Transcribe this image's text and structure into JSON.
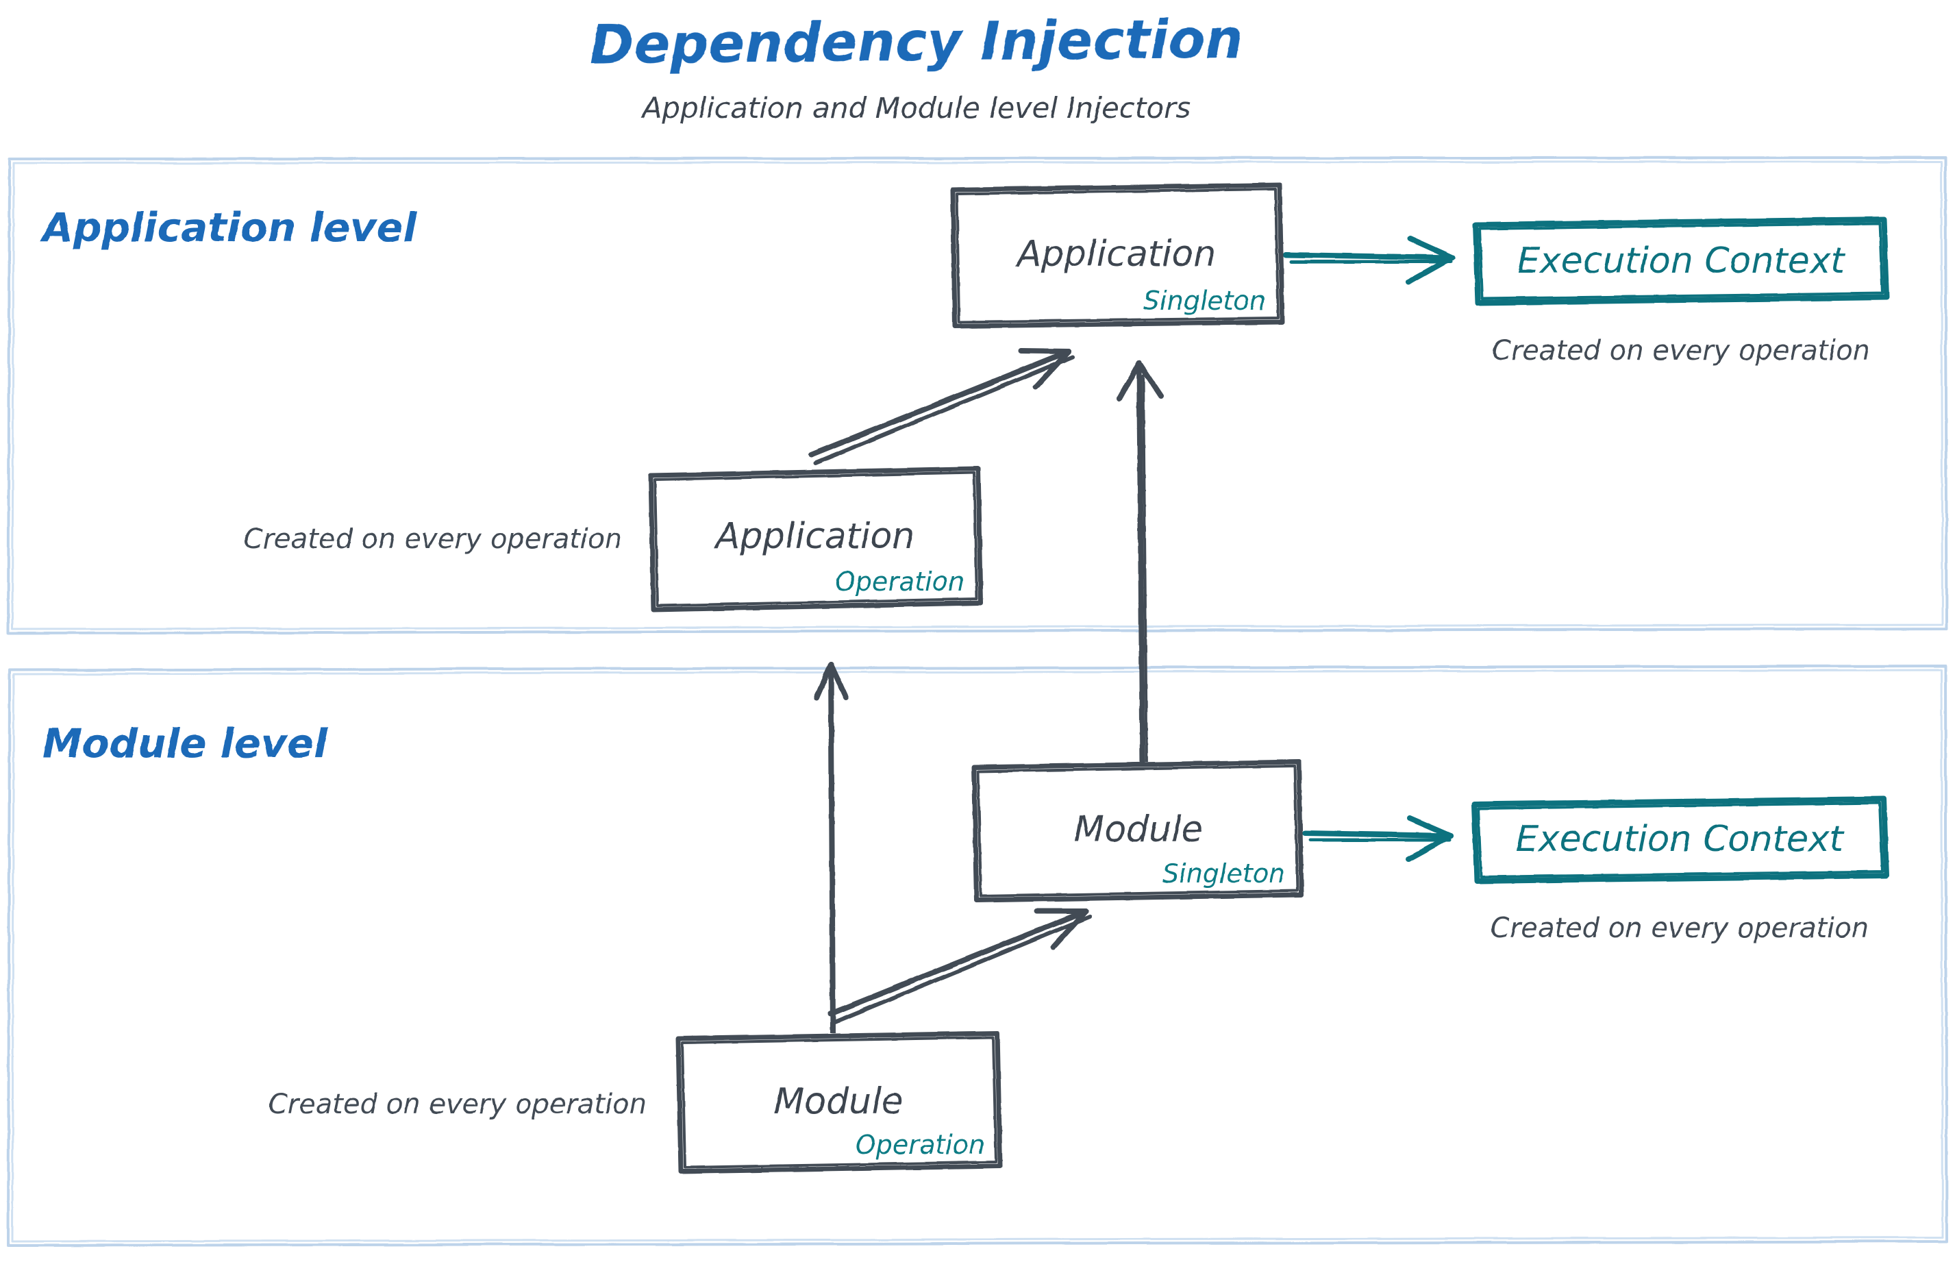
{
  "header": {
    "title": "Dependency Injection",
    "subtitle": "Application and Module level Injectors",
    "title_color": "#1e6bb8",
    "subtitle_color": "#3d4550"
  },
  "palette": {
    "panel_border": "#bdd3ea",
    "panel_label": "#1e6bb8",
    "box_stroke": "#434b55",
    "box_title": "#3d4550",
    "scope_teal": "#0d7c85",
    "teal_box": "#10727f",
    "note_text": "#434b55",
    "arrow_dark": "#434b55",
    "arrow_teal": "#10727f",
    "background": "#ffffff"
  },
  "panels": [
    {
      "id": "application-level",
      "label": "Application level",
      "boxes": [
        {
          "id": "application-singleton",
          "title": "Application",
          "scope": "Singleton",
          "style": "dark"
        },
        {
          "id": "execution-context-app",
          "title": "Execution Context",
          "scope": "",
          "style": "teal"
        },
        {
          "id": "application-operation",
          "title": "Application",
          "scope": "Operation",
          "style": "dark"
        }
      ],
      "notes": [
        {
          "id": "note-exec-ctx-app",
          "text": "Created on every operation"
        },
        {
          "id": "note-app-operation",
          "text": "Created on every operation"
        }
      ],
      "arrows": [
        {
          "id": "arrow-app-singleton-to-exec-ctx",
          "kind": "teal-straight"
        },
        {
          "id": "arrow-app-operation-to-app-singleton",
          "kind": "dark-diagonal"
        }
      ]
    },
    {
      "id": "module-level",
      "label": "Module level",
      "boxes": [
        {
          "id": "module-singleton",
          "title": "Module",
          "scope": "Singleton",
          "style": "dark"
        },
        {
          "id": "execution-context-module",
          "title": "Execution Context",
          "scope": "",
          "style": "teal"
        },
        {
          "id": "module-operation",
          "title": "Module",
          "scope": "Operation",
          "style": "dark"
        }
      ],
      "notes": [
        {
          "id": "note-exec-ctx-module",
          "text": "Created on every operation"
        },
        {
          "id": "note-module-operation",
          "text": "Created on every operation"
        }
      ],
      "arrows": [
        {
          "id": "arrow-module-singleton-to-exec-ctx",
          "kind": "teal-straight"
        },
        {
          "id": "arrow-module-operation-to-module-singleton",
          "kind": "dark-diagonal"
        }
      ]
    }
  ],
  "cross_level_arrows": [
    {
      "id": "arrow-module-singleton-to-application-singleton",
      "kind": "dark-vertical-long"
    },
    {
      "id": "arrow-module-operation-to-application-operation",
      "kind": "dark-vertical"
    }
  ]
}
